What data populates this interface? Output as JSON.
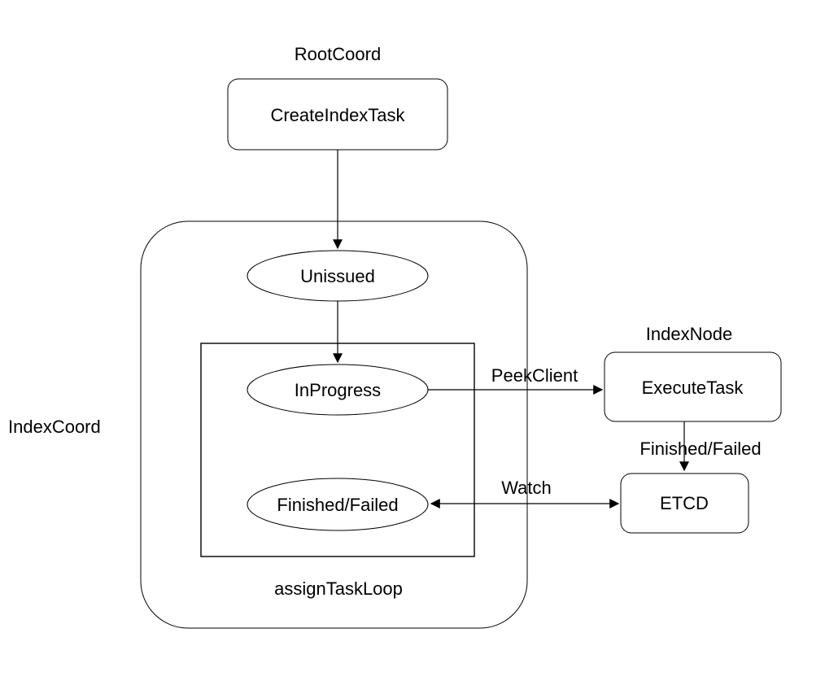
{
  "diagram": {
    "colors": {
      "background": "#ffffff",
      "stroke": "#000000",
      "text": "#000000"
    },
    "group_labels": {
      "root_coord": "RootCoord",
      "index_coord": "IndexCoord",
      "index_node": "IndexNode",
      "assign_task_loop": "assignTaskLoop"
    },
    "nodes": {
      "create_index_task": "CreateIndexTask",
      "unissued": "Unissued",
      "in_progress": "InProgress",
      "finished_failed": "Finished/Failed",
      "execute_task": "ExecuteTask",
      "etcd": "ETCD"
    },
    "edge_labels": {
      "peek_client": "PeekClient",
      "watch": "Watch",
      "finished_failed": "Finished/Failed"
    }
  }
}
